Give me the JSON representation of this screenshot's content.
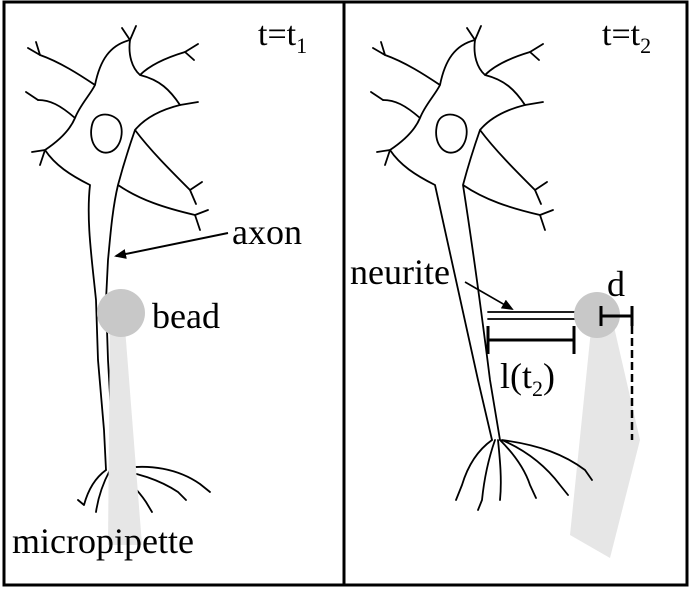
{
  "panels": {
    "left": {
      "time_main": "t=t",
      "time_sub": "1",
      "labels": {
        "axon": "axon",
        "bead": "bead",
        "micropipette": "micropipette"
      }
    },
    "right": {
      "time_main": "t=t",
      "time_sub": "2",
      "labels": {
        "neurite": "neurite",
        "d": "d",
        "length_main": "l(t",
        "length_sub": "2",
        "length_close": ")"
      }
    }
  },
  "colors": {
    "frame": "#000000",
    "bead": "#c8c8c8",
    "pipette": "#e6e6e6",
    "line": "#000000"
  }
}
